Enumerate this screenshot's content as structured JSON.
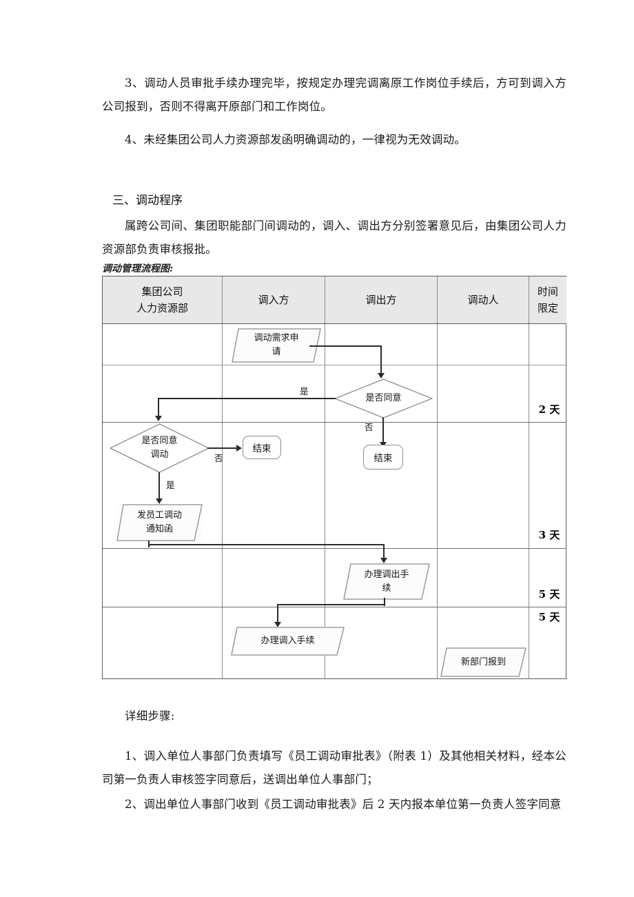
{
  "document": {
    "top_paragraphs": [
      "3、调动人员审批手续办理完毕，按规定办理完调离原工作岗位手续后，方可到调入方公司报到，否则不得离开原部门和工作岗位。",
      "4、未经集团公司人力资源部发函明确调动的，一律视为无效调动。"
    ],
    "section_heading": "三、调动程序",
    "section_paragraph": "属跨公司间、集团职能部门间调动的，调入、调出方分别签署意见后，由集团公司人力资源部负责审核报批。",
    "figure_caption": "调动管理流程图:",
    "bottom_paragraphs": [
      "详细步骤:",
      "1、调入单位人事部门负责填写《员工调动审批表》（附表 1）及其他相关材料，经本公司第一负责人审核签字同意后，送调出单位人事部门；",
      "2、调出单位人事部门收到《员工调动审批表》后 2 天内报本单位第一负责人签字同意"
    ]
  },
  "flowchart": {
    "columns": [
      {
        "label": "集团公司\n人力资源部",
        "line1": "集团公司",
        "line2": "人力资源部"
      },
      {
        "label": "调入方"
      },
      {
        "label": "调出方"
      },
      {
        "label": "调动人"
      },
      {
        "label": "时间\n限定",
        "line1": "时间",
        "line2": "限定"
      }
    ],
    "time_limits": [
      "2 天",
      "3 天",
      "5 天",
      "5 天"
    ],
    "nodes": {
      "request": {
        "text_line1": "调动需求申",
        "text_line2": "请",
        "lane": "调入方",
        "shape": "trapezoid"
      },
      "agree_out": {
        "text": "是否同意",
        "lane": "调出方",
        "shape": "diamond"
      },
      "end_out": {
        "text": "结束",
        "lane": "调出方",
        "shape": "rounded"
      },
      "agree_hr": {
        "text_line1": "是否同意",
        "text_line2": "调动",
        "lane": "集团公司人力资源部",
        "shape": "diamond"
      },
      "end_hr": {
        "text": "结束",
        "lane": "调入方",
        "shape": "rounded"
      },
      "notice": {
        "text_line1": "发员工调动",
        "text_line2": "通知函",
        "lane": "集团公司人力资源部",
        "shape": "trapezoid"
      },
      "transfer_out": {
        "text_line1": "办理调出手",
        "text_line2": "续",
        "lane": "调出方",
        "shape": "trapezoid"
      },
      "transfer_in": {
        "text": "办理调入手续",
        "lane": "调入方",
        "shape": "trapezoid"
      },
      "report": {
        "text": "新部门报到",
        "lane": "调动人",
        "shape": "trapezoid"
      }
    },
    "edge_labels": {
      "yes_to_hr": "是",
      "no_to_end_out": "否",
      "no_to_end_hr": "否",
      "yes_to_notice": "是"
    }
  },
  "colors": {
    "table_border": "#5c5c5c",
    "header_fill": "#e8e8e8",
    "shape_stroke": "#8d8d8d",
    "connector": "#2b2b2b",
    "text": "#141414"
  }
}
